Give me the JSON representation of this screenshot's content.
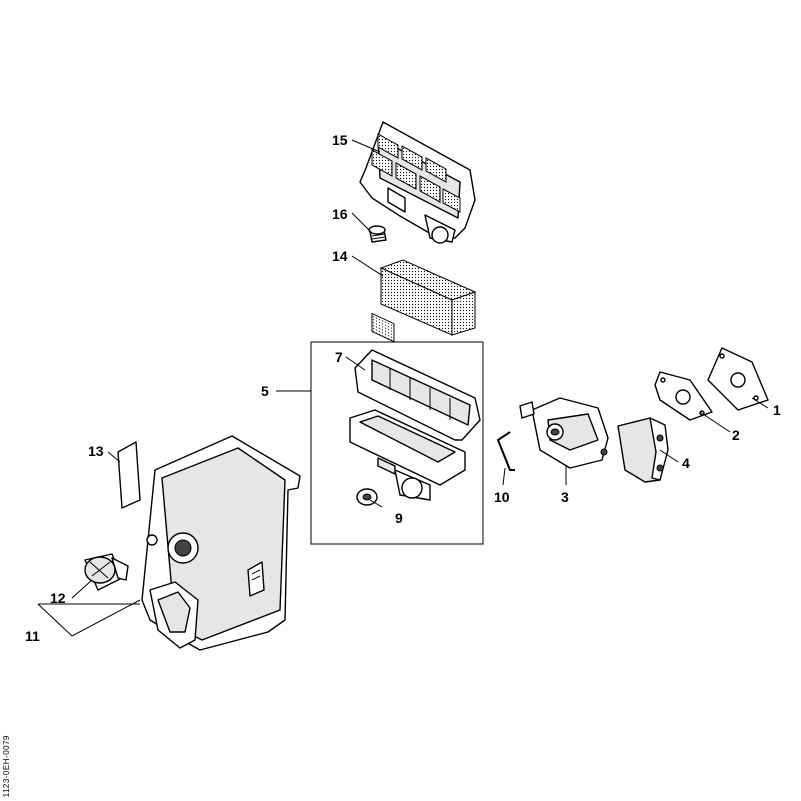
{
  "callouts": {
    "c1": "1",
    "c2": "2",
    "c3": "3",
    "c4": "4",
    "c5": "5",
    "c7": "7",
    "c9": "9",
    "c10": "10",
    "c11": "11",
    "c12": "12",
    "c13": "13",
    "c14": "14",
    "c15": "15",
    "c16": "16"
  },
  "drawing_code": "1123-0EH-0079"
}
